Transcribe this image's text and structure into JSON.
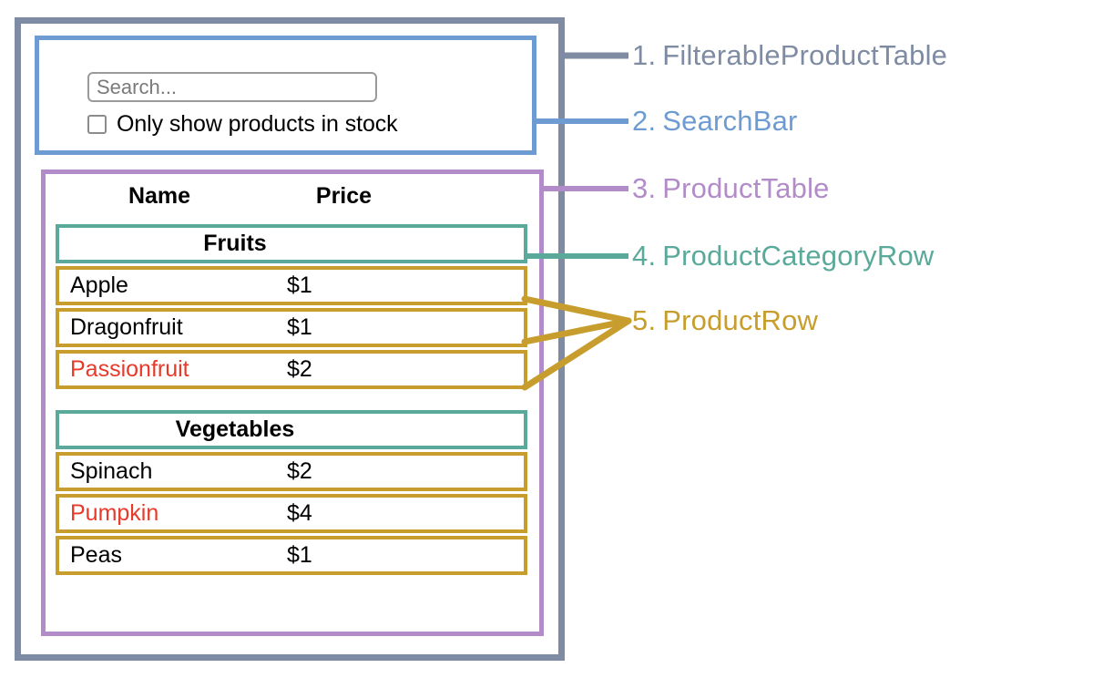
{
  "diagram": {
    "title": "React component hierarchy diagram for FilterableProductTable",
    "colors": {
      "filterable_product_table": "#7e8ba3",
      "search_bar": "#6e9bd2",
      "product_table": "#b18cc9",
      "product_category_row": "#5aa99a",
      "product_row": "#c79e2e",
      "out_of_stock_text": "#e8392a"
    }
  },
  "search_bar": {
    "search_placeholder": "Search...",
    "search_value": "",
    "checkbox_label": "Only show products in stock",
    "checkbox_checked": false
  },
  "product_table": {
    "columns": [
      "Name",
      "Price"
    ],
    "sections": [
      {
        "category": "Fruits",
        "products": [
          {
            "name": "Apple",
            "price": "$1",
            "in_stock": true
          },
          {
            "name": "Dragonfruit",
            "price": "$1",
            "in_stock": true
          },
          {
            "name": "Passionfruit",
            "price": "$2",
            "in_stock": false
          }
        ]
      },
      {
        "category": "Vegetables",
        "products": [
          {
            "name": "Spinach",
            "price": "$2",
            "in_stock": true
          },
          {
            "name": "Pumpkin",
            "price": "$4",
            "in_stock": false
          },
          {
            "name": "Peas",
            "price": "$1",
            "in_stock": true
          }
        ]
      }
    ]
  },
  "legend": [
    {
      "num": "1.",
      "label": "FilterableProductTable",
      "color": "#7e8ba3"
    },
    {
      "num": "2.",
      "label": "SearchBar",
      "color": "#6e9bd2"
    },
    {
      "num": "3.",
      "label": "ProductTable",
      "color": "#b18cc9"
    },
    {
      "num": "4.",
      "label": "ProductCategoryRow",
      "color": "#5aa99a"
    },
    {
      "num": "5.",
      "label": "ProductRow",
      "color": "#c79e2e"
    }
  ]
}
